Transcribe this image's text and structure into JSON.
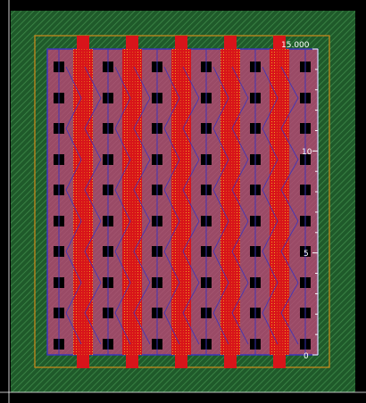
{
  "layout_view": {
    "colors": {
      "background": "#000000",
      "nwell": "#1f5a2a",
      "nwell_hatch": "#4a9a55",
      "boundary": "#d08a1a",
      "diffusion": "#9a4a66",
      "diffusion_border": "#3a34c0",
      "poly": "#d8141a",
      "poly_dots": "#f0a020",
      "contact": "#000000",
      "metal_line": "#3a34c0",
      "ruler": "#ffffff"
    },
    "poly_finger_count": 5,
    "contact_columns": 6,
    "contact_rows": 10,
    "ruler": {
      "labels": [
        "15.000",
        "10",
        "5",
        "0"
      ],
      "min": 0,
      "max": 15
    }
  }
}
